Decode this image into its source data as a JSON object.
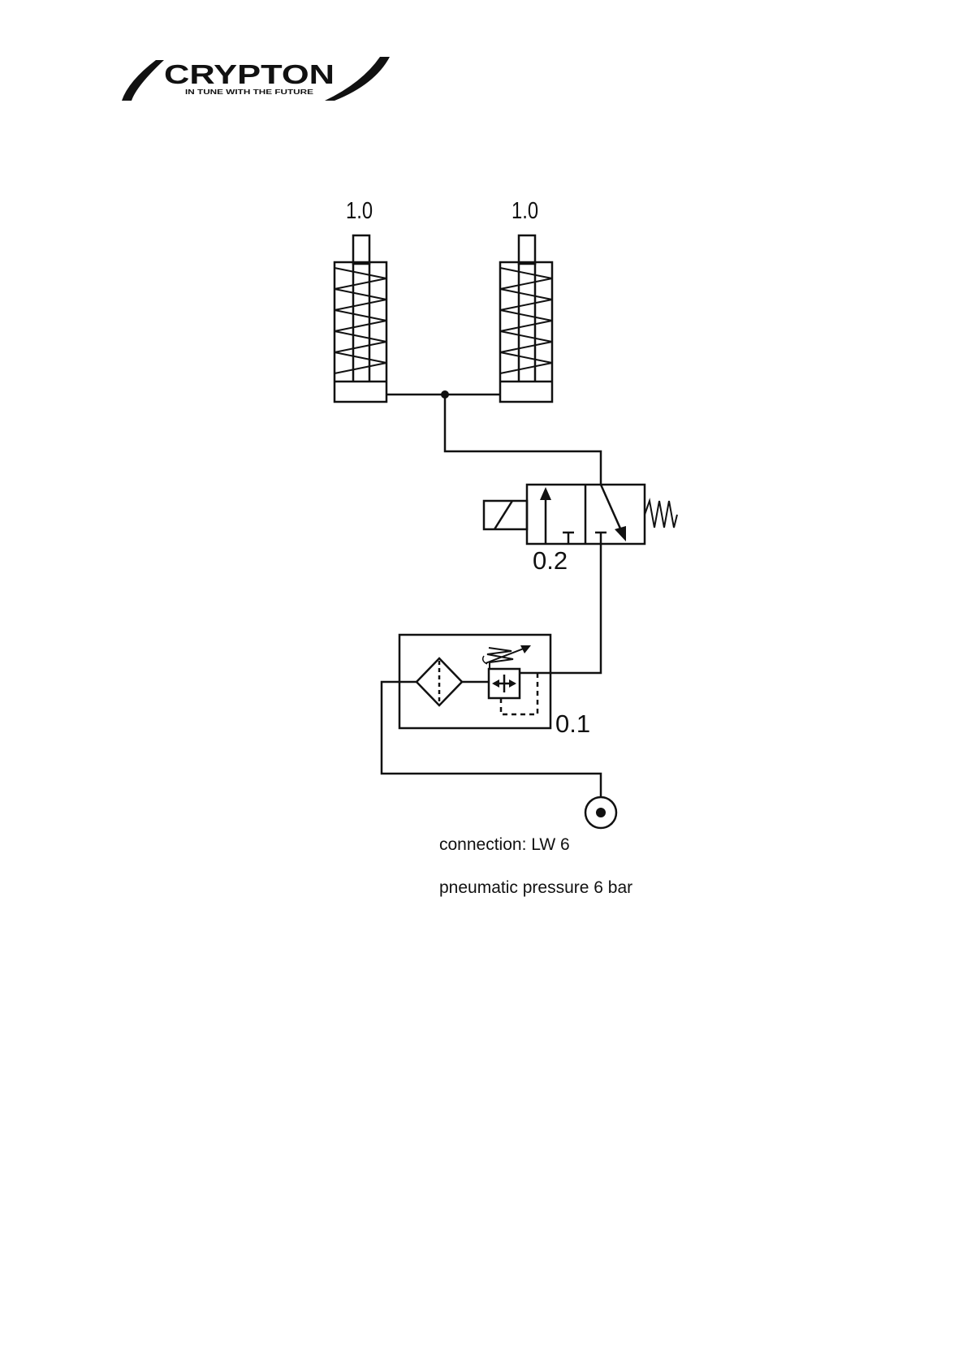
{
  "logo": {
    "wordmark": "CRYPTON",
    "tagline": "IN TUNE WITH THE FUTURE"
  },
  "labels": {
    "cylinder_left": "1.0",
    "cylinder_right": "1.0",
    "valve": "0.2",
    "service_unit": "0.1"
  },
  "notes": {
    "connection": "connection: LW 6",
    "pressure": "pneumatic pressure 6 bar"
  },
  "colors": {
    "ink": "#111111",
    "background": "#ffffff"
  }
}
